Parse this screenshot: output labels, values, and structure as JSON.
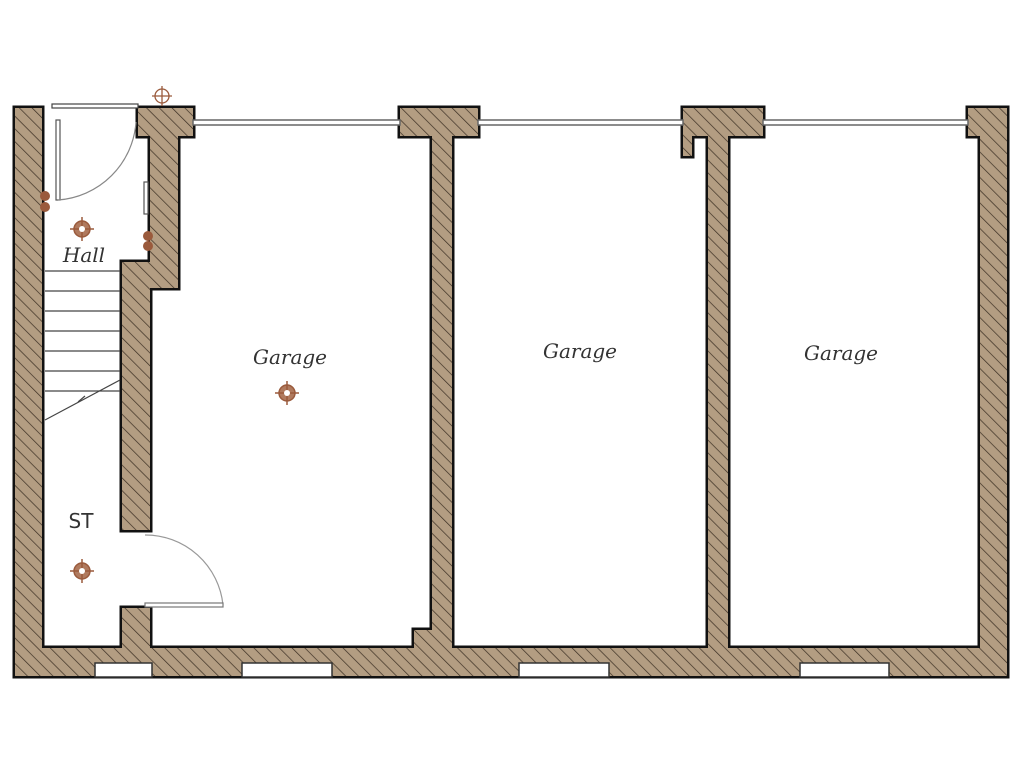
{
  "plan": {
    "rooms": [
      {
        "label": "Hall"
      },
      {
        "label": "ST"
      },
      {
        "label": "Garage"
      },
      {
        "label": "Garage"
      },
      {
        "label": "Garage"
      }
    ],
    "colors": {
      "wall_fill": "#b39d82",
      "wall_hatch": "#3a2e22",
      "wall_outline": "#111111",
      "fixture": "#9a5a3c"
    },
    "icons": [
      "light-fixture-icon",
      "socket-icon",
      "door-swing-icon",
      "window-icon",
      "stair-icon",
      "garage-door-icon"
    ]
  }
}
